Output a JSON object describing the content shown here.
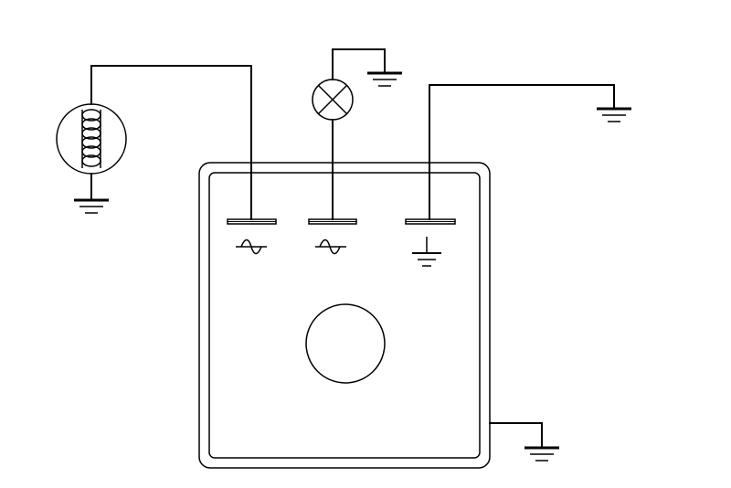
{
  "diagram": {
    "colors": {
      "line": "#000000",
      "background": "#ffffff"
    },
    "components": [
      {
        "id": "coil",
        "icon": "coil-icon",
        "interactable": false
      },
      {
        "id": "lamp",
        "icon": "lamp-icon",
        "interactable": false
      },
      {
        "id": "housing",
        "icon": "housing-box",
        "interactable": false
      },
      {
        "id": "terminal-1",
        "symbol": "ac-symbol-icon"
      },
      {
        "id": "terminal-2",
        "symbol": "ac-symbol-icon"
      },
      {
        "id": "terminal-3",
        "symbol": "ground-icon"
      },
      {
        "id": "indicator-circle",
        "icon": "circle-icon"
      }
    ],
    "grounds": [
      "ground-coil",
      "ground-lamp",
      "ground-terminal-3",
      "ground-housing"
    ]
  }
}
